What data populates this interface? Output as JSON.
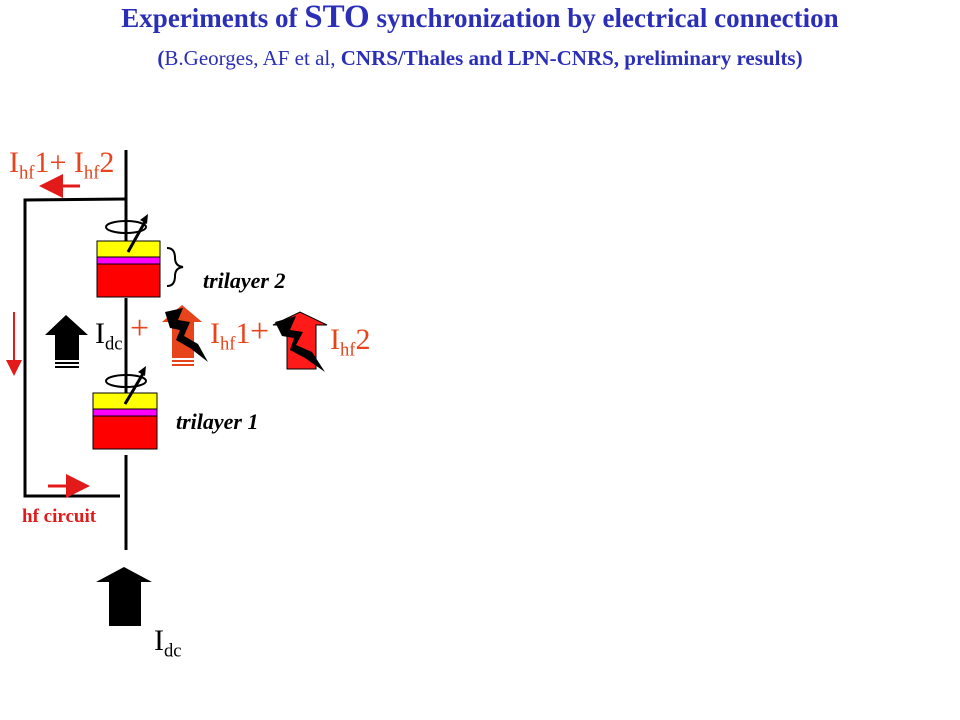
{
  "title": {
    "part1": "Experiments of ",
    "part2": "STO",
    "part3": " synchronization by electrical connection"
  },
  "subtitle": {
    "paren_open": "(",
    "authors": "B.Georges, AF et al, ",
    "affiliations": "CNRS/Thales and LPN-CNRS, preliminary results)"
  },
  "labels": {
    "top_current": {
      "i1": "I",
      "s1": "hf",
      "n1": "1+ ",
      "i2": "I",
      "s2": "hf",
      "n2": "2"
    },
    "trilayer2": "trilayer 2",
    "trilayer1": "trilayer 1",
    "hf_circuit": "hf circuit",
    "idc_mid": {
      "i": "I",
      "s": "dc"
    },
    "plus1": "+",
    "ihf1": {
      "i": "I",
      "s": "hf",
      "n": "1"
    },
    "plus2": "+",
    "ihf2": {
      "i": "I",
      "s": "hf",
      "n": "2"
    },
    "idc_bottom": {
      "i": "I",
      "s": "dc"
    }
  },
  "colors": {
    "title_blue": "#2b2fb8",
    "current_red": "#e8441c",
    "layer_yellow": "#ffff00",
    "layer_magenta": "#ff00ff",
    "layer_red": "#ff0000",
    "arrow_red": "#e21a1a"
  },
  "icons": {
    "dc_arrow": "up-arrow-icon",
    "hf_arrow": "lightning-arrow-icon",
    "magnetization": "precession-arrow-icon"
  }
}
